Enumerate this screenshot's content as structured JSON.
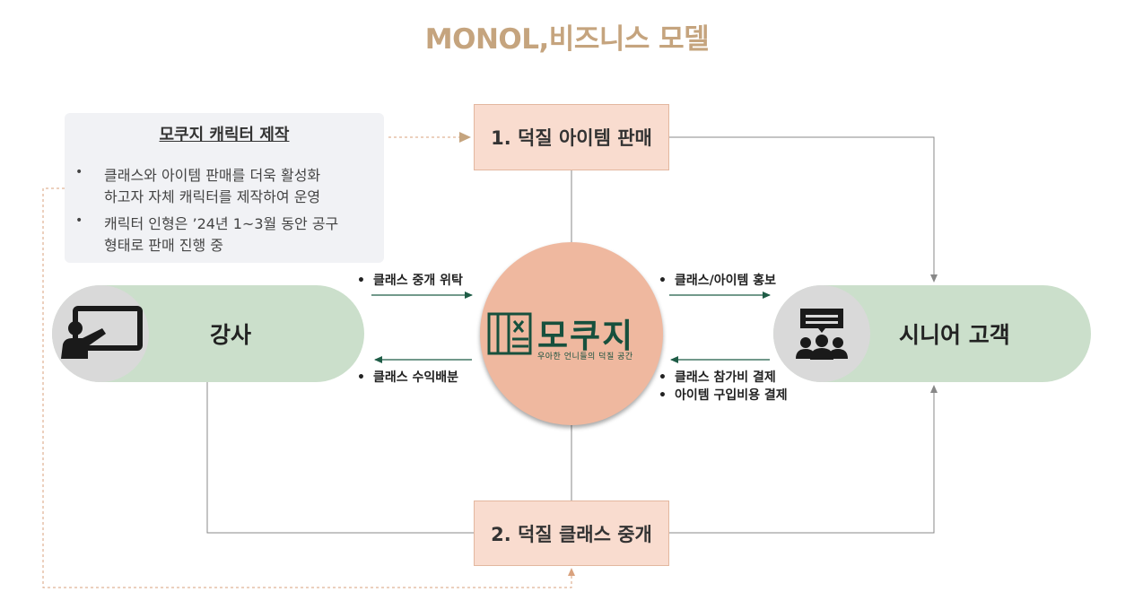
{
  "title": "MONOL,비즈니스 모델",
  "boxes": {
    "top": "1. 덕질 아이템  판매",
    "bottom": "2. 덕질 클래스 중개"
  },
  "callout": {
    "title": "모쿠지 캐릭터 제작",
    "bullets": [
      {
        "line1": "클래스와 아이템 판매를 더욱 활성화",
        "line2": "하고자 자체 캐릭터를 제작하여 운영"
      },
      {
        "line1": "캐릭터 인형은 ’24년 1~3월 동안 공구",
        "line2": "형태로 판매 진행 중"
      }
    ],
    "bullet_glyph": "•"
  },
  "left_actor": {
    "label": "강사",
    "icon": "teacher-icon"
  },
  "right_actor": {
    "label": "시니어 고객",
    "icon": "audience-icon"
  },
  "center": {
    "brand_name": "모쿠지",
    "tagline": "우아한 언니들의 덕질 공간",
    "logo_icon": "mokuji-logo-icon"
  },
  "flows": {
    "left_top": "클래스 중개 위탁",
    "left_bottom": "클래스 수익배분",
    "right_top": "클래스/아이템 홍보",
    "right_bottom_1": "클래스 참가비 결제",
    "right_bottom_2": "아이템 구입비용 결제",
    "bullet_glyph": "•"
  },
  "colors": {
    "title": "#c5a47e",
    "box_fill": "#f9dccf",
    "box_border": "#e3b79f",
    "pill_fill": "#cbdfcb",
    "circle_fill": "#efb89f",
    "brand_green": "#17503d",
    "arrow_green": "#1e5c46",
    "dashed_line": "#d9a27e",
    "connector": "#888888"
  }
}
